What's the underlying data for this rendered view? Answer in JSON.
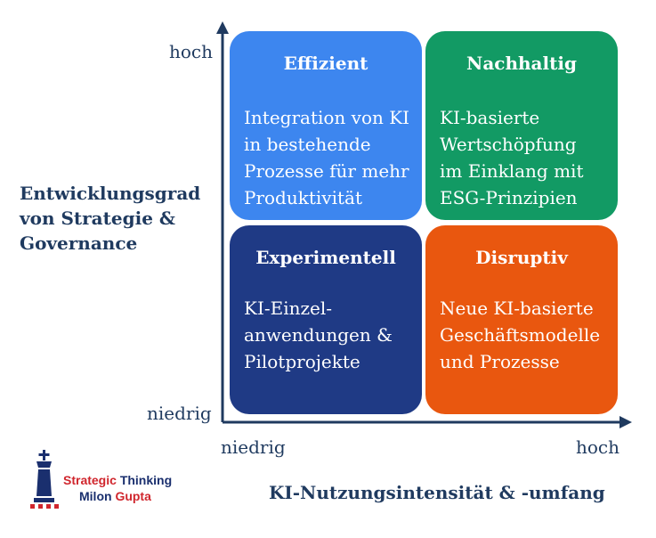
{
  "quadrants": [
    {
      "title": "Effizient",
      "body": "Integration von KI\nin bestehende\nProzesse für mehr\nProduktivität",
      "color": "#3d86ef"
    },
    {
      "title": "Nachhaltig",
      "body": "KI-basierte\nWertschöpfung\nim Einklang mit\nESG-Prinzipien",
      "color": "#129a64"
    },
    {
      "title": "Experimentell",
      "body": "KI-Einzel-\nanwendungen &\nPilotprojekte",
      "color": "#1f3a85"
    },
    {
      "title": "Disruptiv",
      "body": "Neue KI-basierte\nGeschäftsmodelle\nund Prozesse",
      "color": "#e9570f"
    }
  ],
  "y_axis": {
    "title": "Entwicklungsgrad von Strategie & Governance",
    "high": "hoch",
    "low": "niedrig"
  },
  "x_axis": {
    "title": "KI-Nutzungsintensität & -umfang",
    "low": "niedrig",
    "high": "hoch"
  },
  "logo": {
    "word1": "Strategic",
    "word2": "Thinking",
    "word3": "Milon",
    "word4": "Gupta"
  },
  "colors": {
    "axis": "#1f3a5f",
    "logo_blue": "#1a2f6e",
    "logo_red": "#d0262d"
  }
}
